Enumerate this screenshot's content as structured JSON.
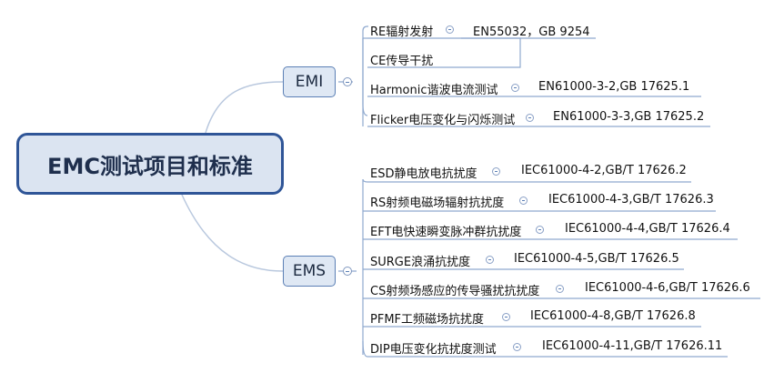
{
  "root": {
    "label": "EMC测试项目和标准"
  },
  "emi": {
    "label": "EMI",
    "items": [
      {
        "label": "RE辐射发射",
        "standard": "EN55032，GB 9254"
      },
      {
        "label": "CE传导干扰",
        "standard": ""
      },
      {
        "label": "Harmonic谐波电流测试",
        "standard": "EN61000-3-2,GB 17625.1"
      },
      {
        "label": "Flicker电压变化与闪烁测试",
        "standard": "EN61000-3-3,GB 17625.2"
      }
    ]
  },
  "ems": {
    "label": "EMS",
    "items": [
      {
        "label": "ESD静电放电抗扰度",
        "standard": "IEC61000-4-2,GB/T 17626.2"
      },
      {
        "label": "RS射频电磁场辐射抗扰度",
        "standard": "IEC61000-4-3,GB/T 17626.3"
      },
      {
        "label": "EFT电快速瞬变脉冲群抗扰度",
        "standard": "IEC61000-4-4,GB/T 17626.4"
      },
      {
        "label": "SURGE浪涌抗扰度",
        "standard": "IEC61000-4-5,GB/T 17626.5"
      },
      {
        "label": "CS射频场感应的传导骚扰抗扰度",
        "standard": "IEC61000-4-6,GB/T 17626.6"
      },
      {
        "label": "PFMF工频磁场抗扰度",
        "standard": "IEC61000-4-8,GB/T 17626.8"
      },
      {
        "label": "DIP电压变化抗扰度测试",
        "standard": "IEC61000-4-11,GB/T 17626.11"
      }
    ]
  },
  "colors": {
    "line": "#8fa9cf",
    "root_border": "#2f5597",
    "mid_fill": "#dfe8f4"
  }
}
